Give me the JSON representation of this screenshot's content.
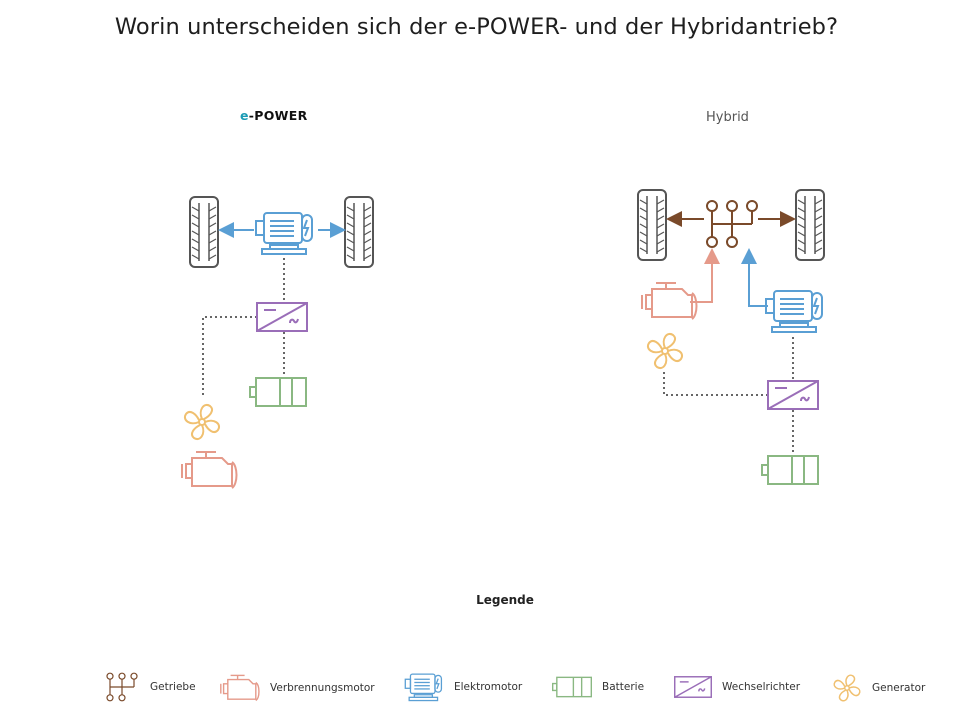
{
  "title": "Worin unterscheiden sich der e-POWER- und der Hybridantrieb?",
  "epower_header": {
    "prefix": "e",
    "suffix": "-POWER"
  },
  "hybrid_header": "Hybrid",
  "legend": {
    "title": "Legende",
    "items": [
      {
        "label": "Getriebe",
        "icon": "gear-icon",
        "color": "#7a4a2a"
      },
      {
        "label": "Verbrennungsmotor",
        "icon": "engine-icon",
        "color": "#e59a8a"
      },
      {
        "label": "Elektromotor",
        "icon": "electric-motor-icon",
        "color": "#5a9fd4"
      },
      {
        "label": "Batterie",
        "icon": "battery-icon",
        "color": "#8ab882"
      },
      {
        "label": "Wechselrichter",
        "icon": "inverter-icon",
        "color": "#9a6eb8"
      },
      {
        "label": "Generator",
        "icon": "generator-icon",
        "color": "#f0c070"
      }
    ]
  }
}
